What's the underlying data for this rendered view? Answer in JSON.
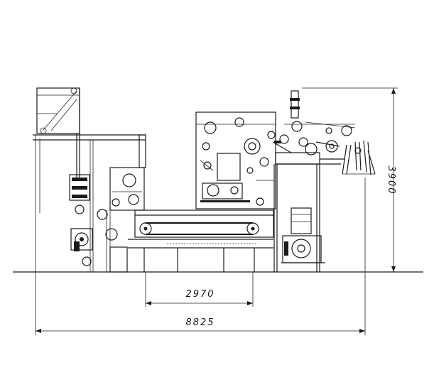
{
  "dimensions": {
    "height_label": "3900",
    "belt_length_label": "2970",
    "overall_length_label": "8825"
  },
  "colors": {
    "line": "#1a1a1a",
    "background": "#ffffff"
  }
}
